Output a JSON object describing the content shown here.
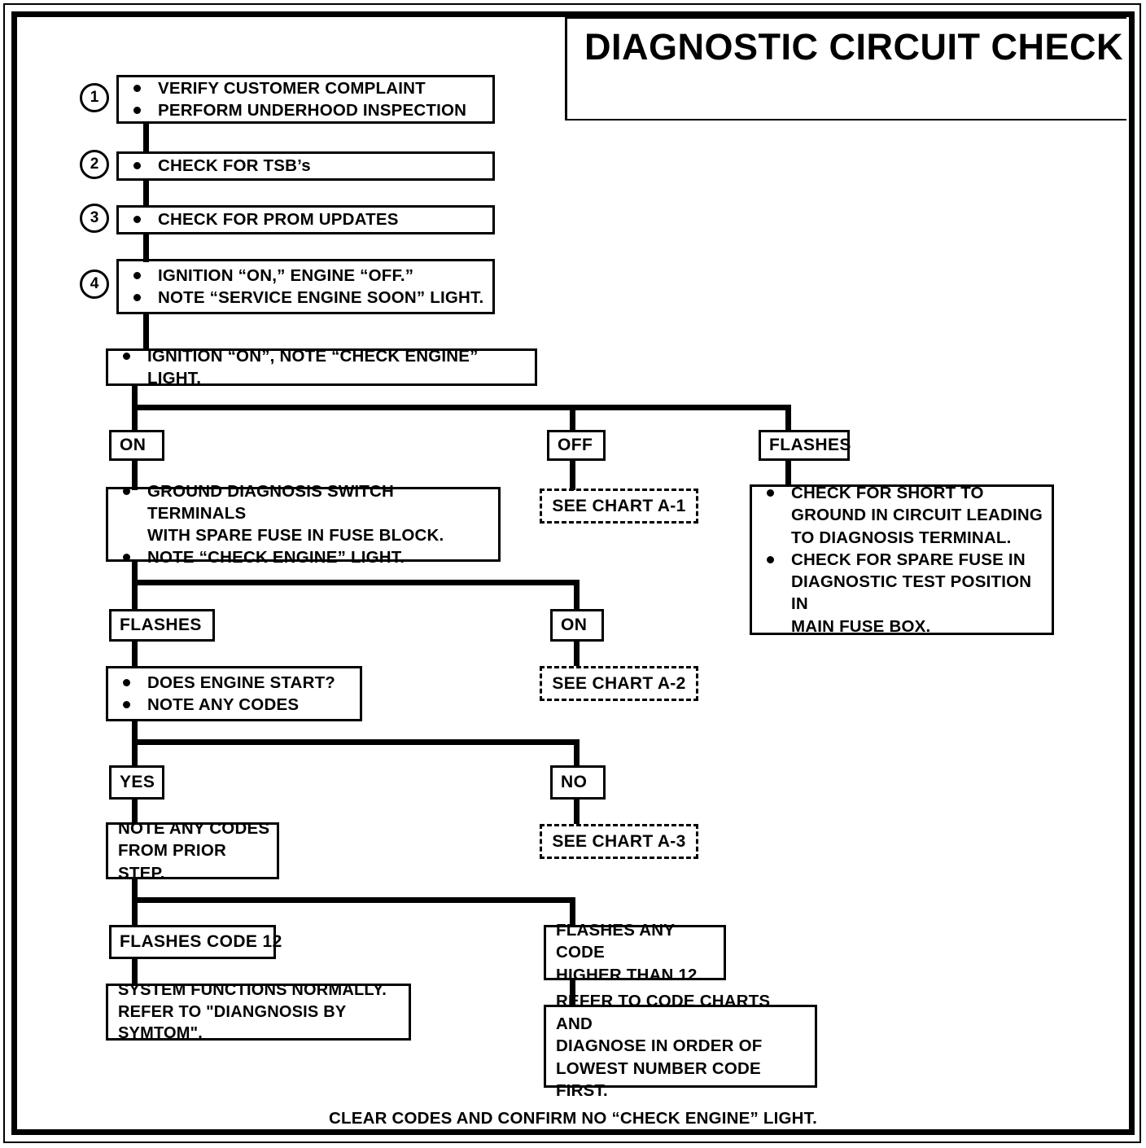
{
  "title": "DIAGNOSTIC CIRCUIT CHECK",
  "steps": [
    {
      "number": "1",
      "items": [
        "VERIFY CUSTOMER COMPLAINT",
        "PERFORM UNDERHOOD INSPECTION"
      ]
    },
    {
      "number": "2",
      "items": [
        "CHECK FOR TSB’s"
      ]
    },
    {
      "number": "3",
      "items": [
        "CHECK FOR PROM UPDATES"
      ]
    },
    {
      "number": "4",
      "items": [
        "IGNITION “ON,” ENGINE  “OFF.”",
        "NOTE “SERVICE ENGINE SOON” LIGHT."
      ]
    }
  ],
  "ignition_box": {
    "items": [
      "IGNITION “ON”,  NOTE “CHECK ENGINE” LIGHT."
    ]
  },
  "branch1": {
    "on": "ON",
    "off": "OFF",
    "flashes": "FLASHES"
  },
  "ground_box": {
    "items": [
      "GROUND DIAGNOSIS SWITCH TERMINALS\nWITH SPARE FUSE IN FUSE BLOCK.",
      "NOTE “CHECK ENGINE” LIGHT."
    ]
  },
  "chart_a1": "SEE CHART A-1",
  "short_to_ground_box": {
    "items": [
      "CHECK FOR SHORT TO\nGROUND IN CIRCUIT LEADING\nTO DIAGNOSIS TERMINAL.",
      "CHECK FOR SPARE FUSE IN\nDIAGNOSTIC TEST POSITION IN\nMAIN FUSE BOX."
    ]
  },
  "branch2": {
    "flashes": "FLASHES",
    "on": "ON"
  },
  "engine_start_box": {
    "items": [
      "DOES ENGINE START?",
      "NOTE ANY CODES"
    ]
  },
  "chart_a2": "SEE CHART A-2",
  "branch3": {
    "yes": "YES",
    "no": "NO"
  },
  "note_codes_box": {
    "text": "NOTE ANY CODES\nFROM PRIOR STEP."
  },
  "chart_a3": "SEE CHART A-3",
  "branch4": {
    "code12": "FLASHES CODE 12",
    "higher": "FLASHES ANY CODE\nHIGHER THAN 12."
  },
  "normal_box": {
    "text": "SYSTEM FUNCTIONS NORMALLY.\nREFER TO \"DIANGNOSIS BY SYMTOM\"."
  },
  "code_charts_box": {
    "text": "REFER TO CODE CHARTS AND\nDIAGNOSE IN ORDER OF\nLOWEST NUMBER CODE FIRST."
  },
  "footer": "CLEAR CODES AND CONFIRM NO “CHECK ENGINE” LIGHT."
}
